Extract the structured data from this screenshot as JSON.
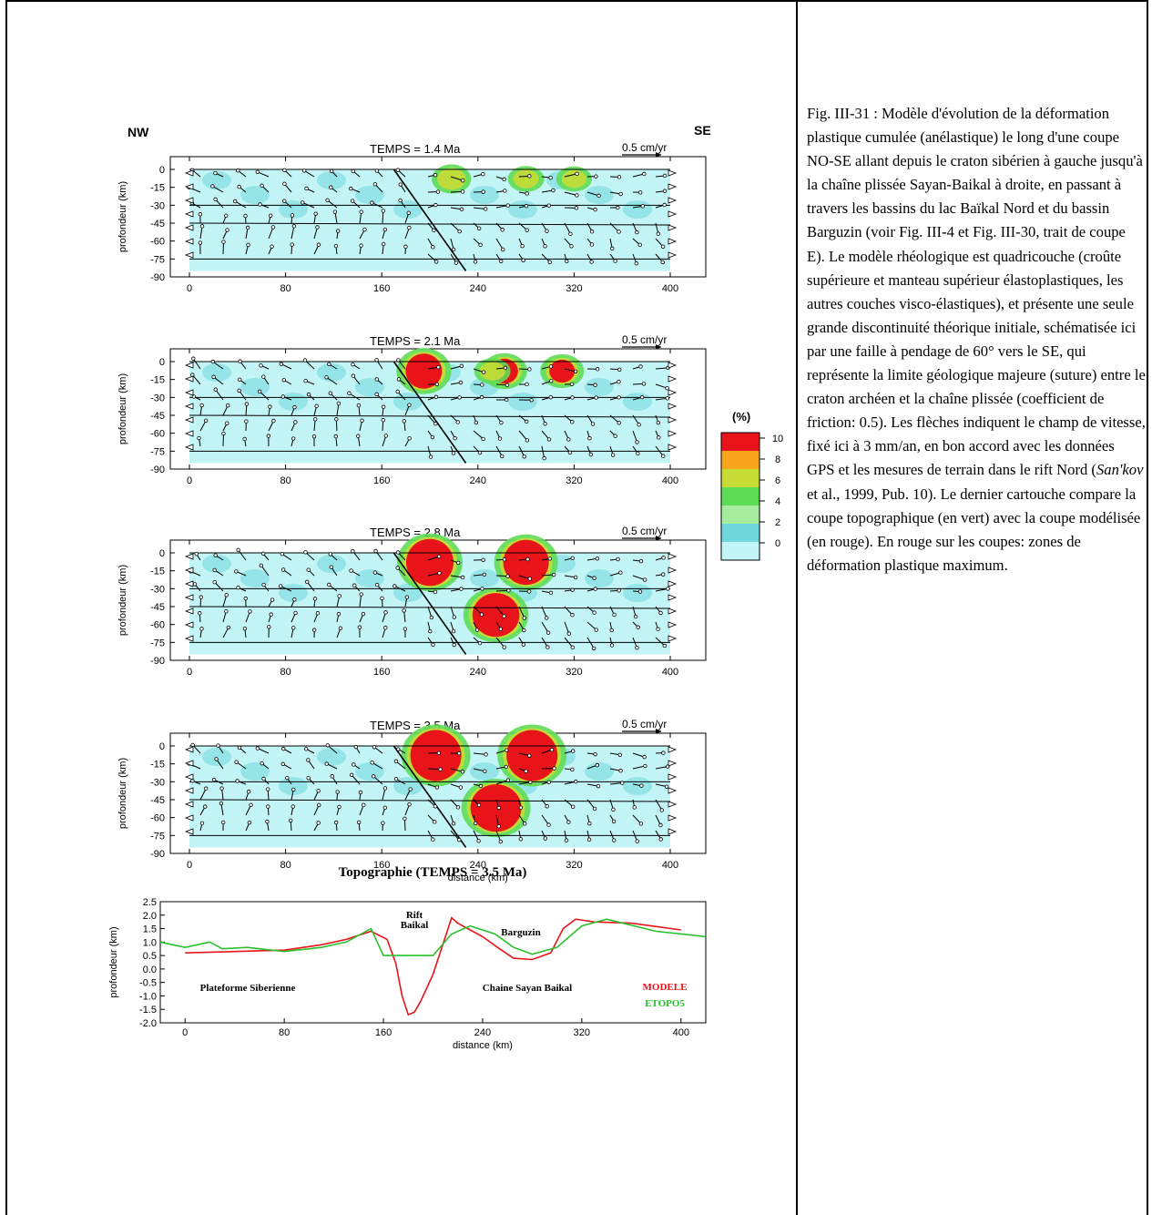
{
  "figure": {
    "orientation_left": "NW",
    "orientation_right": "SE",
    "panels": [
      {
        "title": "TEMPS = 1.4 Ma",
        "scale": "0.5 cm/yr"
      },
      {
        "title": "TEMPS = 2.1 Ma",
        "scale": "0.5 cm/yr"
      },
      {
        "title": "TEMPS = 2.8 Ma",
        "scale": "0.5 cm/yr"
      },
      {
        "title": "TEMPS = 3.5 Ma",
        "scale": "0.5 cm/yr"
      }
    ],
    "y_axis_label": "profondeur (km)",
    "x_axis_label": "distance (km)",
    "depth_ticks": [
      "0",
      "-15",
      "-30",
      "-45",
      "-60",
      "-75",
      "-90"
    ],
    "distance_ticks": [
      "0",
      "80",
      "160",
      "240",
      "320",
      "400"
    ],
    "colorbar": {
      "title": "(%)",
      "ticks": [
        "10",
        "8",
        "6",
        "4",
        "2",
        "0"
      ],
      "colors": [
        "#e8141a",
        "#f7a51d",
        "#c6dc35",
        "#5fdc55",
        "#a5ec9f",
        "#6fd8dc",
        "#c3f4f6"
      ]
    }
  },
  "chart_data": {
    "type": "line",
    "title": "Topographie (TEMPS = 3.5 Ma)",
    "xlabel": "distance (km)",
    "ylabel": "profondeur (km)",
    "xlim": [
      -20,
      420
    ],
    "ylim": [
      -2.0,
      2.5
    ],
    "yticks": [
      "2.5",
      "2.0",
      "1.5",
      "1.0",
      "0.5",
      "0.0",
      "-0.5",
      "-1.0",
      "-1.5",
      "-2.0"
    ],
    "xticks": [
      "0",
      "80",
      "160",
      "240",
      "320",
      "400"
    ],
    "annotations": [
      "Rift",
      "Baikal",
      "Barguzin",
      "Plateforme Siberienne",
      "Chaine Sayan Baikal"
    ],
    "series": [
      {
        "name": "MODELE",
        "color": "#e8141a",
        "x": [
          0,
          40,
          80,
          110,
          130,
          150,
          163,
          170,
          175,
          180,
          185,
          190,
          200,
          215,
          220,
          230,
          240,
          252,
          265,
          280,
          295,
          305,
          315,
          330,
          360,
          400
        ],
        "y": [
          0.6,
          0.65,
          0.7,
          0.9,
          1.1,
          1.4,
          1.1,
          0.2,
          -1.0,
          -1.7,
          -1.6,
          -1.2,
          -0.2,
          1.9,
          1.7,
          1.45,
          1.2,
          0.8,
          0.4,
          0.35,
          0.6,
          1.5,
          1.85,
          1.75,
          1.7,
          1.45
        ]
      },
      {
        "name": "ETOPO5",
        "color": "#29c02c",
        "x": [
          -20,
          0,
          20,
          30,
          50,
          80,
          110,
          130,
          150,
          160,
          180,
          200,
          215,
          230,
          250,
          265,
          280,
          300,
          320,
          340,
          380,
          420
        ],
        "y": [
          1.0,
          0.8,
          1.0,
          0.75,
          0.8,
          0.65,
          0.8,
          1.0,
          1.5,
          0.5,
          0.5,
          0.5,
          1.3,
          1.6,
          1.3,
          0.8,
          0.55,
          0.8,
          1.6,
          1.85,
          1.4,
          1.2
        ]
      }
    ]
  },
  "caption": {
    "lead": "Fig. III-31 : Modèle d'évolution de la déformation plastique cumulée (anélastique) le long d'une coupe NO-SE allant depuis le craton sibérien à gauche jusqu'à la chaîne plissée Sayan-Baikal à droite, en passant à travers les bassins du lac Baïkal Nord et du bassin Barguzin (voir Fig. III-4 et Fig. III-30, trait de coupe E). Le modèle rhéologique est quadricouche (croûte supérieure et manteau supérieur élastoplastiques, les autres couches visco-élastiques), et présente une seule grande discontinuité théorique initiale, schématisée ici par une faille à pendage de 60° vers le SE, qui représente la limite géologique majeure (suture) entre le craton archéen et la chaîne plissée (coefficient de friction: 0.5). Les flèches indiquent le champ de vitesse, fixé ici à 3 mm/an, en bon accord avec les données GPS et les mesures de terrain dans le rift Nord (",
    "author": "San'kov",
    "tail": " et al., 1999, Pub. 10). Le dernier cartouche compare la coupe topographique (en vert) avec la coupe modélisée (en rouge). En rouge sur les coupes: zones de déformation plastique maximum."
  }
}
